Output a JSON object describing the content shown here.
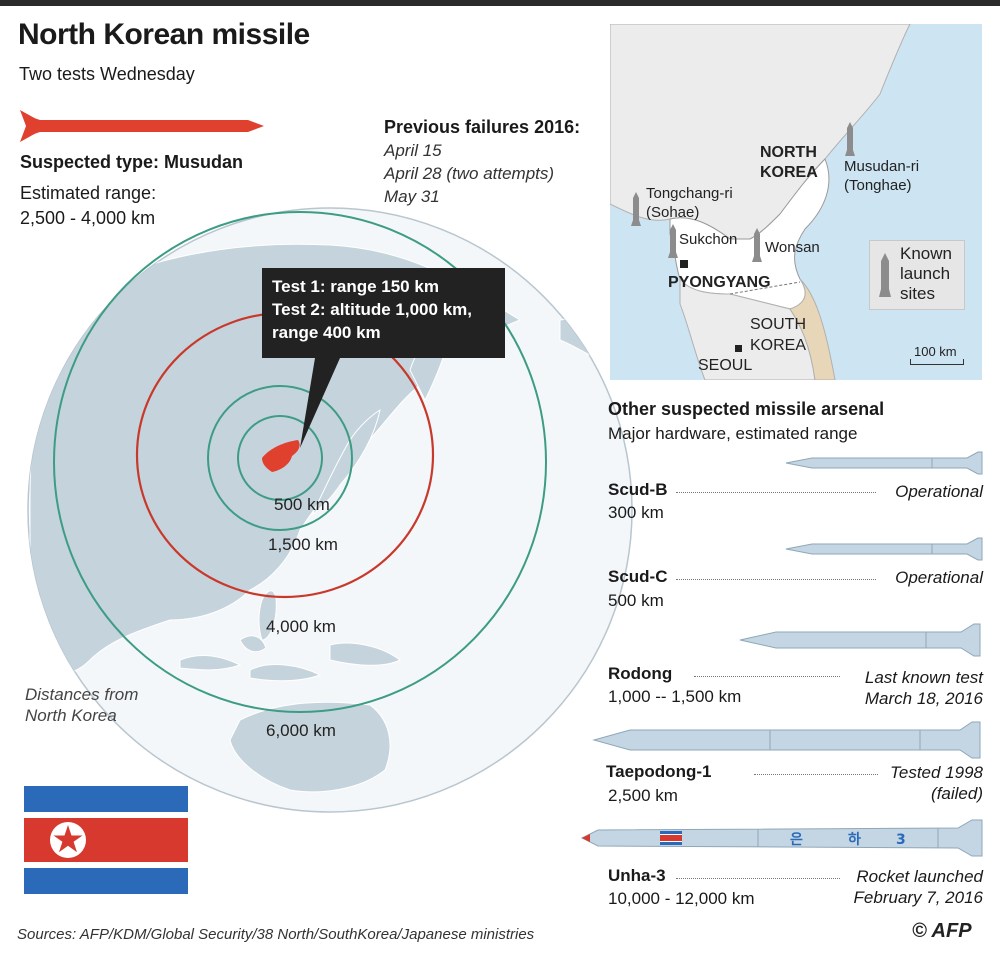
{
  "header": {
    "title": "North Korean missile",
    "subtitle": "Two tests Wednesday"
  },
  "missile_info": {
    "suspected_type": "Suspected type: Musudan",
    "range_label": "Estimated range:",
    "range_value": "2,500 - 4,000 km"
  },
  "previous_failures": {
    "title": "Previous failures 2016:",
    "items": [
      "April 15",
      "April 28 (two attempts)",
      "May 31"
    ]
  },
  "callout": {
    "line1": "Test 1: range 150 km",
    "line2": "Test 2: altitude 1,000 km,",
    "line3": "range 400 km"
  },
  "ranges": {
    "r500": "500 km",
    "r1500": "1,500 km",
    "r4000": "4,000 km",
    "r6000": "6,000 km",
    "note_line1": "Distances from",
    "note_line2": "North Korea"
  },
  "inset_map": {
    "north_korea_1": "NORTH",
    "north_korea_2": "KOREA",
    "south_korea_1": "SOUTH",
    "south_korea_2": "KOREA",
    "pyongyang": "PYONGYANG",
    "seoul": "SEOUL",
    "musudan_1": "Musudan-ri",
    "musudan_2": "(Tonghae)",
    "tongchang_1": "Tongchang-ri",
    "tongchang_2": "(Sohae)",
    "sukchon": "Sukchon",
    "wonsan": "Wonsan",
    "legend_1": "Known",
    "legend_2": "launch",
    "legend_3": "sites",
    "scale": "100 km"
  },
  "arsenal": {
    "title": "Other suspected missile arsenal",
    "subtitle": "Major hardware, estimated range",
    "missiles": [
      {
        "name": "Scud-B",
        "range": "300 km",
        "status1": "Operational",
        "status2": ""
      },
      {
        "name": "Scud-C",
        "range": "500 km",
        "status1": "Operational",
        "status2": ""
      },
      {
        "name": "Rodong",
        "range": "1,000 -- 1,500 km",
        "status1": "Last known test",
        "status2": "March 18, 2016"
      },
      {
        "name": "Taepodong-1",
        "range": "2,500 km",
        "status1": "Tested 1998",
        "status2": "(failed)"
      },
      {
        "name": "Unha-3",
        "range": "10,000 - 12,000 km",
        "status1": "Rocket launched",
        "status2": "February 7, 2016"
      }
    ]
  },
  "footer": {
    "sources": "Sources: AFP/KDM/Global Security/38 North/SouthKorea/Japanese ministries",
    "copyright": "© AFP"
  },
  "colors": {
    "missile_red": "#e0402e",
    "ring_green": "#3d9c84",
    "ring_red": "#c8392b",
    "land_gray": "#c5d3dc",
    "sea_blue": "#cde4f2",
    "flag_blue": "#2a6ab8",
    "flag_red": "#d7392f",
    "missile_body": "#c4d6e3"
  }
}
